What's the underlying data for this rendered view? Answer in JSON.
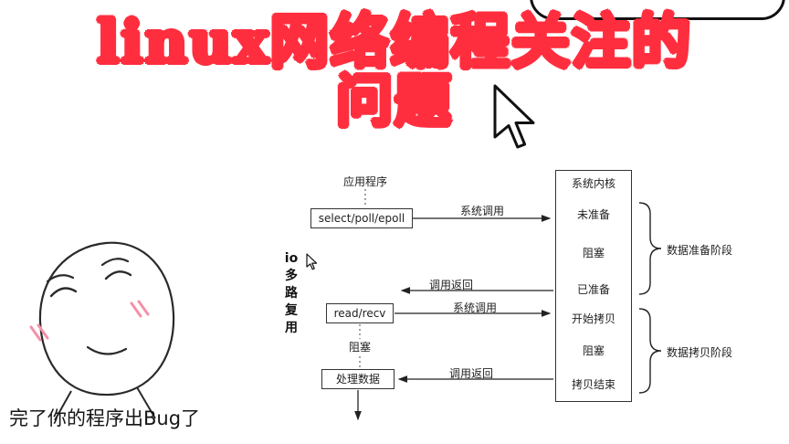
{
  "title": {
    "line1": "linux网络编程关注的",
    "line2": "问题"
  },
  "caption": "完了你的程序出Bug了",
  "colors": {
    "title_gradient_start": "#2b2be0",
    "title_gradient_mid": "#d630c8",
    "title_gradient_end": "#28b4ec",
    "title_outline": "#ff2e3e",
    "ink": "#1a1a1a",
    "blush": "#f490a8"
  },
  "diagram": {
    "app_label": "应用程序",
    "boxes": {
      "select": "select/poll/epoll",
      "read": "read/recv",
      "process": "处理数据"
    },
    "kernel": {
      "title": "系统内核",
      "states": [
        "未准备",
        "阻塞",
        "已准备",
        "开始拷贝",
        "阻塞",
        "拷贝结束"
      ]
    },
    "edges": {
      "syscall1": "系统调用",
      "return1": "调用返回",
      "syscall2": "系统调用",
      "block": "阻塞",
      "return2": "调用返回"
    },
    "phases": {
      "prepare": "数据准备阶段",
      "copy": "数据拷贝阶段"
    },
    "side_label_chars": [
      "io",
      "多",
      "路",
      "复",
      "用"
    ]
  }
}
